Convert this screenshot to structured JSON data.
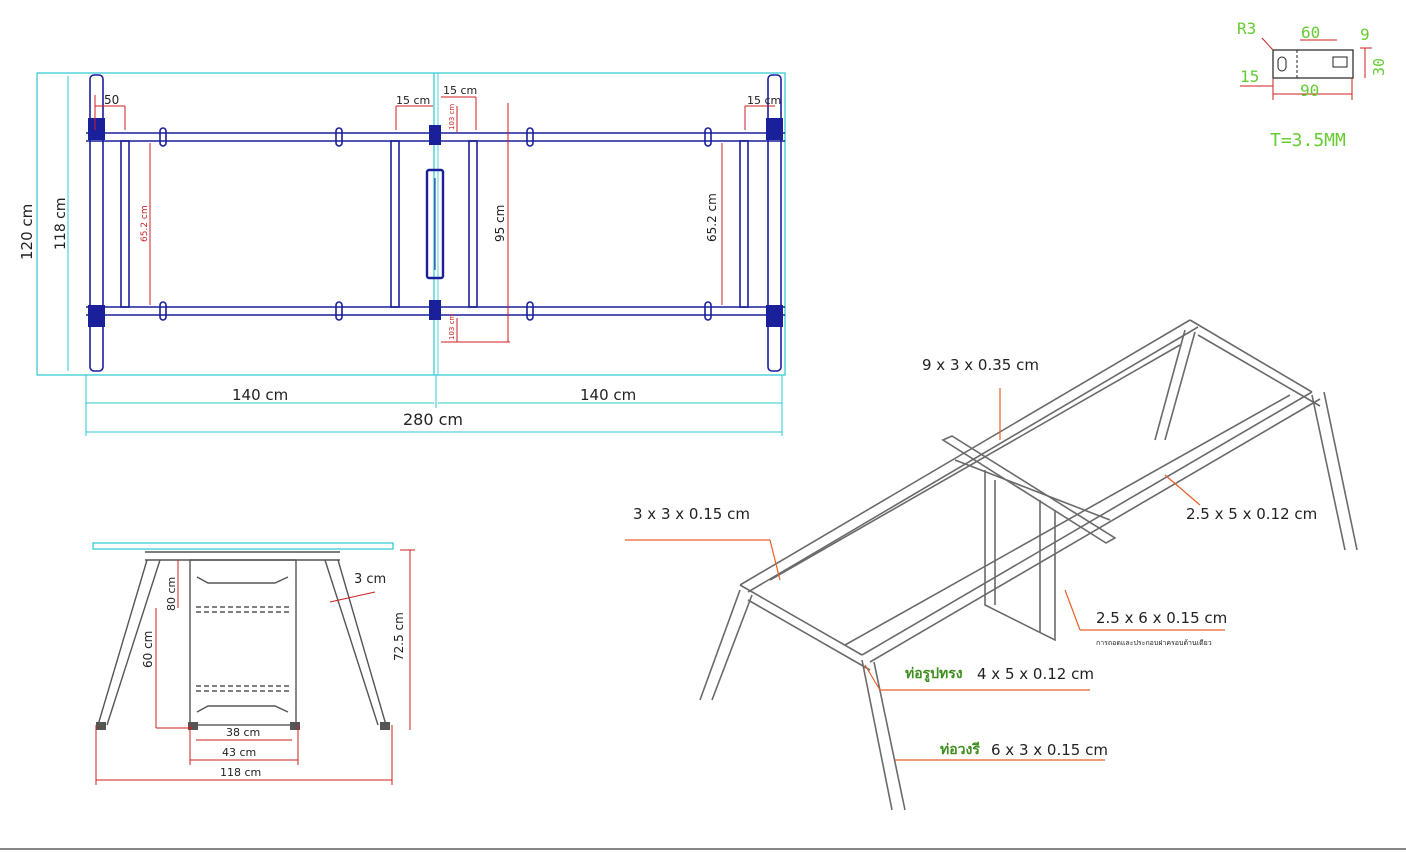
{
  "colors": {
    "frame_blue": "#1a1f9a",
    "cyan_dim": "#28c8d2",
    "red_dim": "#cc1f1f",
    "orange_leader": "#e8602a",
    "green_label": "#3e8f1e",
    "lime_plate": "#66cc33",
    "iso_gray": "#6a6a6a"
  },
  "top_view": {
    "dims": {
      "width_120": "120 cm",
      "width_118": "118 cm",
      "left_half": "140 cm",
      "right_half": "140 cm",
      "total_length": "280 cm",
      "offset_50": "50",
      "offset_15_a": "15 cm",
      "offset_15_b": "15 cm",
      "offset_15_c": "15 cm",
      "gap_103_top": "103 cm",
      "gap_103_bottom": "103 cm",
      "span_652_left": "65.2 cm",
      "span_95": "95 cm",
      "span_652_right": "65.2 cm"
    }
  },
  "plate_detail": {
    "r3": "R3",
    "d60": "60",
    "d9": "9",
    "d15": "15",
    "d30": "30",
    "d90": "90",
    "thickness": "T=3.5MM"
  },
  "side_view": {
    "dims": {
      "d3": "3 cm",
      "d80": "80 cm",
      "d60": "60 cm",
      "d725": "72.5 cm",
      "d38": "38 cm",
      "d43": "43 cm",
      "d118": "118 cm"
    }
  },
  "iso_view": {
    "labels": {
      "beam_9x3": "9 x 3 x 0.35 cm",
      "tube_3x3": "3 x 3 x 0.15 cm",
      "tube_25x5": "2.5 x 5 x 0.12 cm",
      "tube_25x6": "2.5 x 6 x 0.15 cm",
      "tube_25x6_note": "การถอดและประกอบฝาครอบด้านเดียว",
      "shaped_prefix": "ท่อรูปทรง",
      "shaped_dims": "4 x 5 x 0.12 cm",
      "oval_prefix": "ท่อวงรี",
      "oval_dims": "6 x 3 x 0.15 cm"
    }
  }
}
